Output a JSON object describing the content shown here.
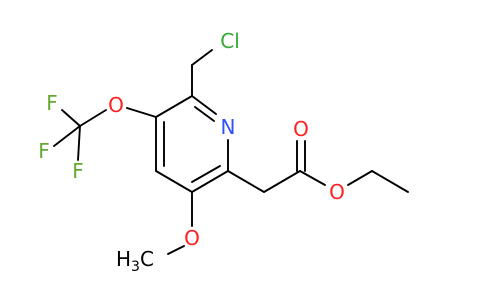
{
  "molecule": {
    "atom_labels": {
      "cl": "Cl",
      "n": "N",
      "o_ocf3": "O",
      "f1": "F",
      "f2": "F",
      "f3": "F",
      "o_carbonyl": "O",
      "o_ester": "O",
      "o_methoxy": "O",
      "ch3_methoxy": "H3C"
    },
    "colors": {
      "bond": "#000000",
      "chlorine": "#33aa33",
      "nitrogen": "#3050f8",
      "oxygen": "#ff2020",
      "fluorine": "#65a832",
      "carbon_label": "#000000"
    }
  }
}
